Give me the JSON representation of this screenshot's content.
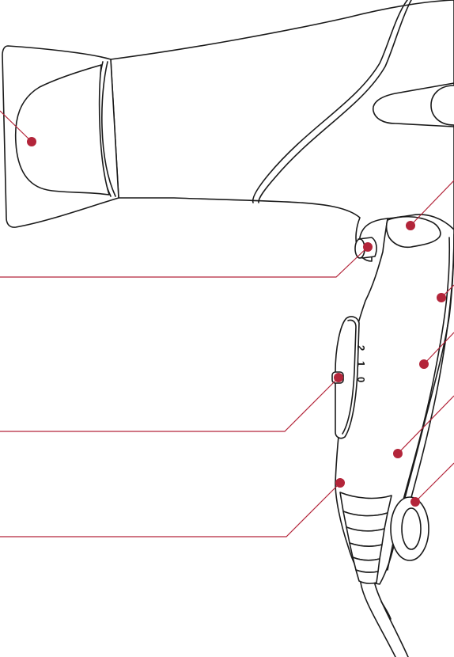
{
  "accent_color": "#b3253a",
  "switch_positions": [
    "2",
    "1",
    "0"
  ],
  "callouts": [
    {
      "id": "concentrator-nozzle"
    },
    {
      "id": "cool-shot-button"
    },
    {
      "id": "hanging-loop-top"
    },
    {
      "id": "handle-upper"
    },
    {
      "id": "handle-middle"
    },
    {
      "id": "speed-switch"
    },
    {
      "id": "handle-lower"
    },
    {
      "id": "cord-protector"
    },
    {
      "id": "hanging-loop"
    }
  ]
}
